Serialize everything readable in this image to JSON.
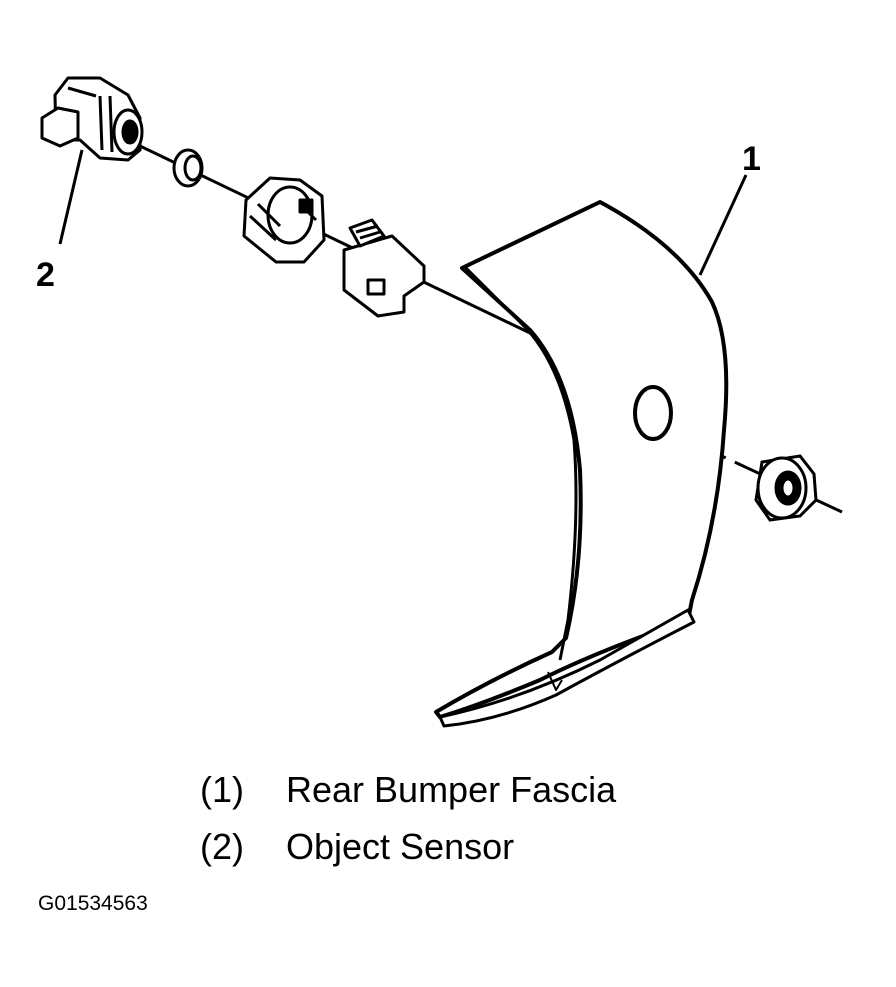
{
  "callouts": [
    "1",
    "2"
  ],
  "legend": [
    {
      "num": "(1)",
      "text": "Rear Bumper Fascia"
    },
    {
      "num": "(2)",
      "text": "Object Sensor"
    }
  ],
  "figure_id": "G01534563"
}
